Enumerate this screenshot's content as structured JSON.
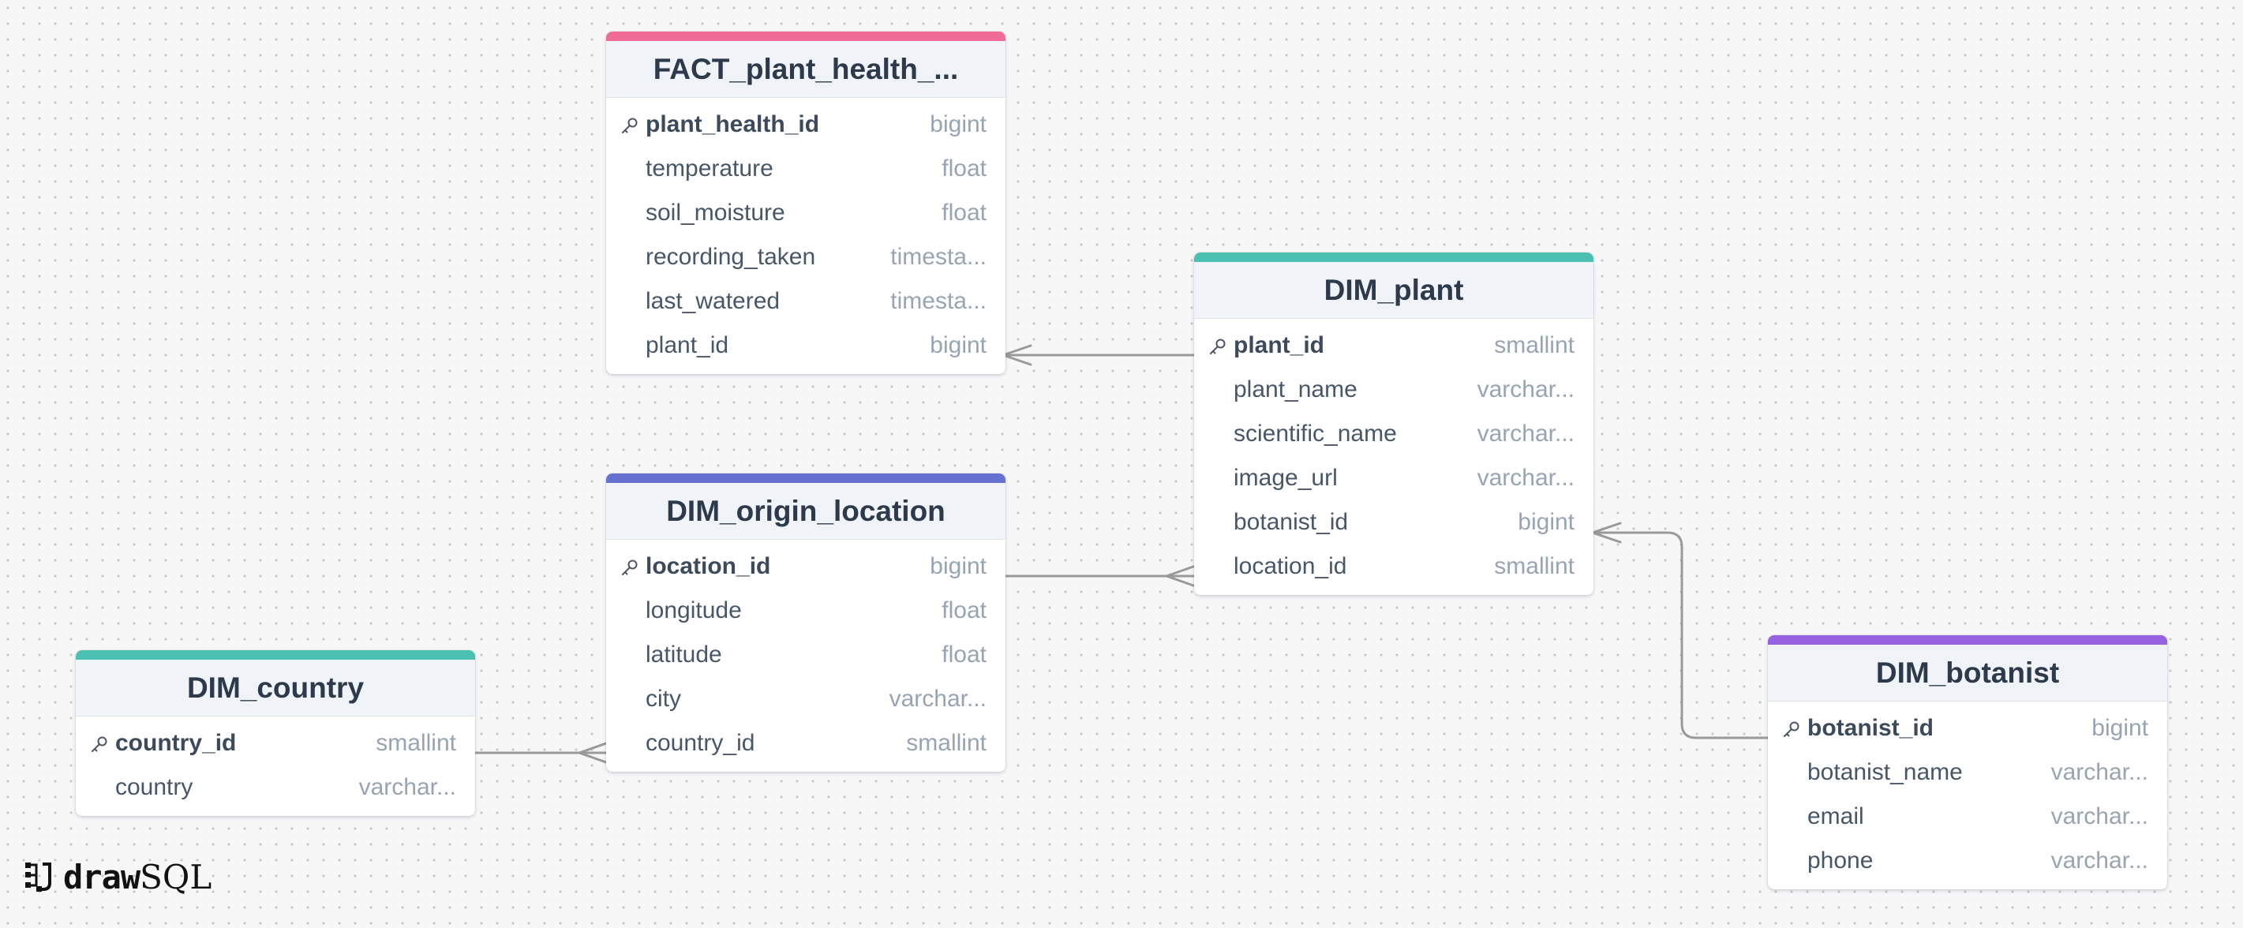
{
  "colors": {
    "fact_accent": "#f06b95",
    "plant_accent": "#4bbfb0",
    "location_accent": "#6571d1",
    "country_accent": "#4bbfb0",
    "botanist_accent": "#9662e0",
    "connector": "#9a9a9a"
  },
  "tables": {
    "fact": {
      "title": "FACT_plant_health_...",
      "columns": [
        {
          "name": "plant_health_id",
          "type": "bigint",
          "pk": true
        },
        {
          "name": "temperature",
          "type": "float"
        },
        {
          "name": "soil_moisture",
          "type": "float"
        },
        {
          "name": "recording_taken",
          "type": "timesta..."
        },
        {
          "name": "last_watered",
          "type": "timesta..."
        },
        {
          "name": "plant_id",
          "type": "bigint"
        }
      ]
    },
    "plant": {
      "title": "DIM_plant",
      "columns": [
        {
          "name": "plant_id",
          "type": "smallint",
          "pk": true
        },
        {
          "name": "plant_name",
          "type": "varchar..."
        },
        {
          "name": "scientific_name",
          "type": "varchar..."
        },
        {
          "name": "image_url",
          "type": "varchar..."
        },
        {
          "name": "botanist_id",
          "type": "bigint"
        },
        {
          "name": "location_id",
          "type": "smallint"
        }
      ]
    },
    "location": {
      "title": "DIM_origin_location",
      "columns": [
        {
          "name": "location_id",
          "type": "bigint",
          "pk": true
        },
        {
          "name": "longitude",
          "type": "float"
        },
        {
          "name": "latitude",
          "type": "float"
        },
        {
          "name": "city",
          "type": "varchar..."
        },
        {
          "name": "country_id",
          "type": "smallint"
        }
      ]
    },
    "country": {
      "title": "DIM_country",
      "columns": [
        {
          "name": "country_id",
          "type": "smallint",
          "pk": true
        },
        {
          "name": "country",
          "type": "varchar..."
        }
      ]
    },
    "botanist": {
      "title": "DIM_botanist",
      "columns": [
        {
          "name": "botanist_id",
          "type": "bigint",
          "pk": true
        },
        {
          "name": "botanist_name",
          "type": "varchar..."
        },
        {
          "name": "email",
          "type": "varchar..."
        },
        {
          "name": "phone",
          "type": "varchar..."
        }
      ]
    }
  },
  "brand": {
    "strong": "draw",
    "light": "SQL"
  }
}
